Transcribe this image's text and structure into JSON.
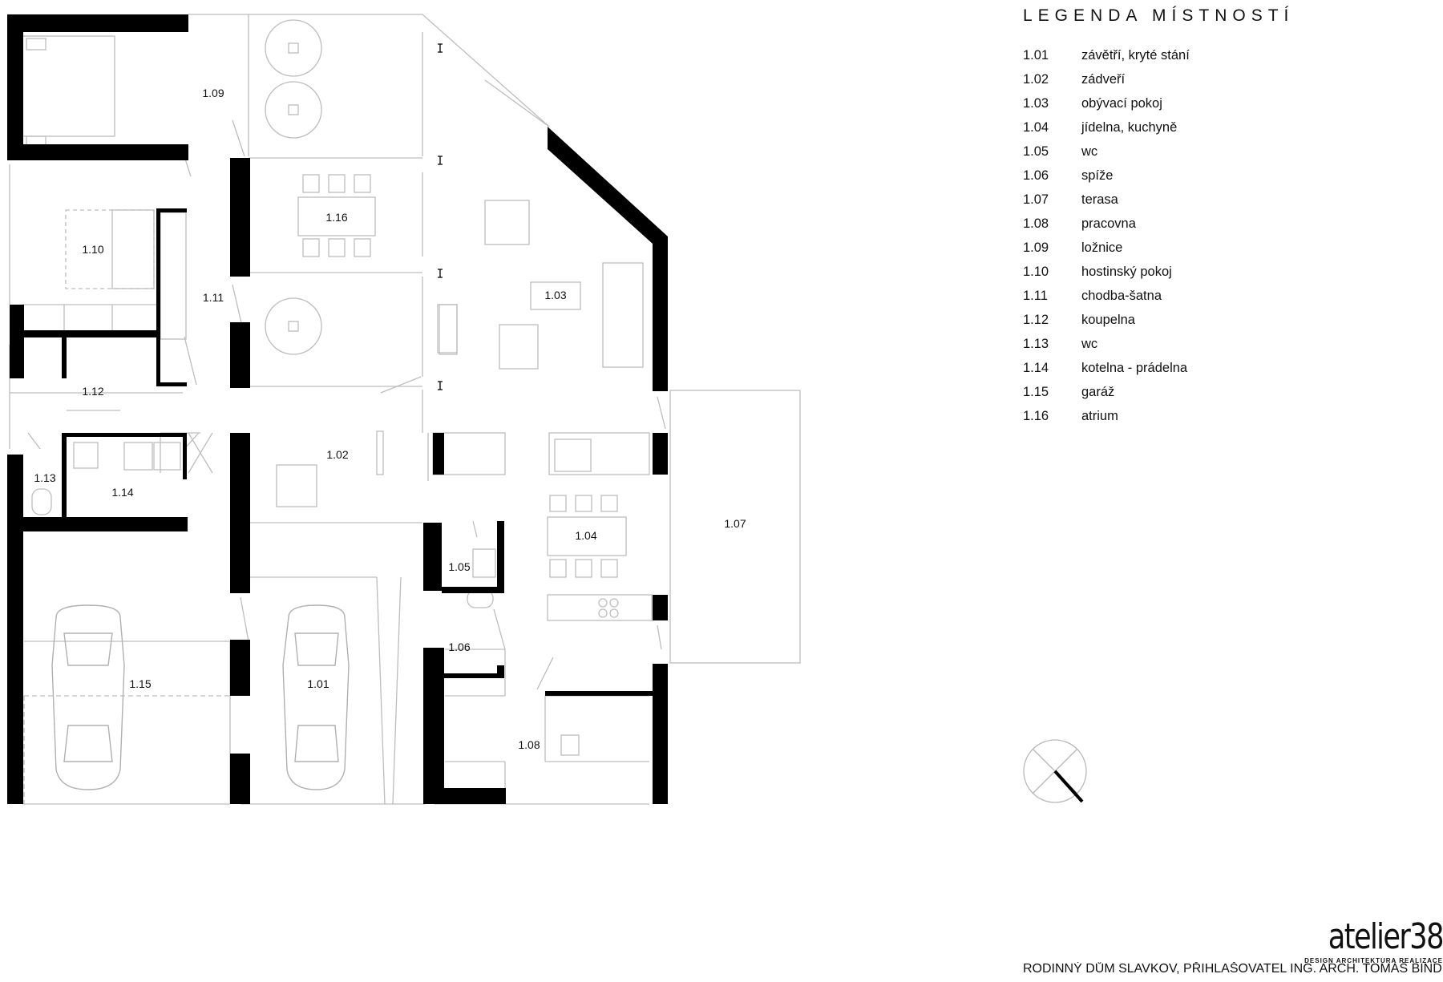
{
  "legend": {
    "title": "LEGENDA  MÍSTNOSTÍ",
    "items": [
      {
        "code": "1.01",
        "name": "závětří, kryté stání"
      },
      {
        "code": "1.02",
        "name": "zádveří"
      },
      {
        "code": "1.03",
        "name": "obývací pokoj"
      },
      {
        "code": "1.04",
        "name": "jídelna, kuchyně"
      },
      {
        "code": "1.05",
        "name": "wc"
      },
      {
        "code": "1.06",
        "name": "spíže"
      },
      {
        "code": "1.07",
        "name": "terasa"
      },
      {
        "code": "1.08",
        "name": "pracovna"
      },
      {
        "code": "1.09",
        "name": "ložnice"
      },
      {
        "code": "1.10",
        "name": "hostinský pokoj"
      },
      {
        "code": "1.11",
        "name": "chodba-šatna"
      },
      {
        "code": "1.12",
        "name": "koupelna"
      },
      {
        "code": "1.13",
        "name": "wc"
      },
      {
        "code": "1.14",
        "name": "kotelna - prádelna"
      },
      {
        "code": "1.15",
        "name": "garáž"
      },
      {
        "code": "1.16",
        "name": "atrium"
      }
    ]
  },
  "plan": {
    "room_labels": [
      "1.01",
      "1.02",
      "1.03",
      "1.04",
      "1.05",
      "1.06",
      "1.07",
      "1.08",
      "1.09",
      "1.10",
      "1.11",
      "1.12",
      "1.13",
      "1.14",
      "1.15",
      "1.16"
    ],
    "north_arrow": "north-arrow-icon",
    "colors": {
      "wall": "#000000",
      "line": "#b8b8b8",
      "text": "#111111"
    }
  },
  "brand": {
    "name": "atelier38",
    "tagline": "DESIGN ARCHITEKTURA REALIZACE"
  },
  "footer": "RODINNÝ DŮM SLAVKOV, PŘIHLAŠOVATEL ING. ARCH. TOMÁŠ BINDR"
}
